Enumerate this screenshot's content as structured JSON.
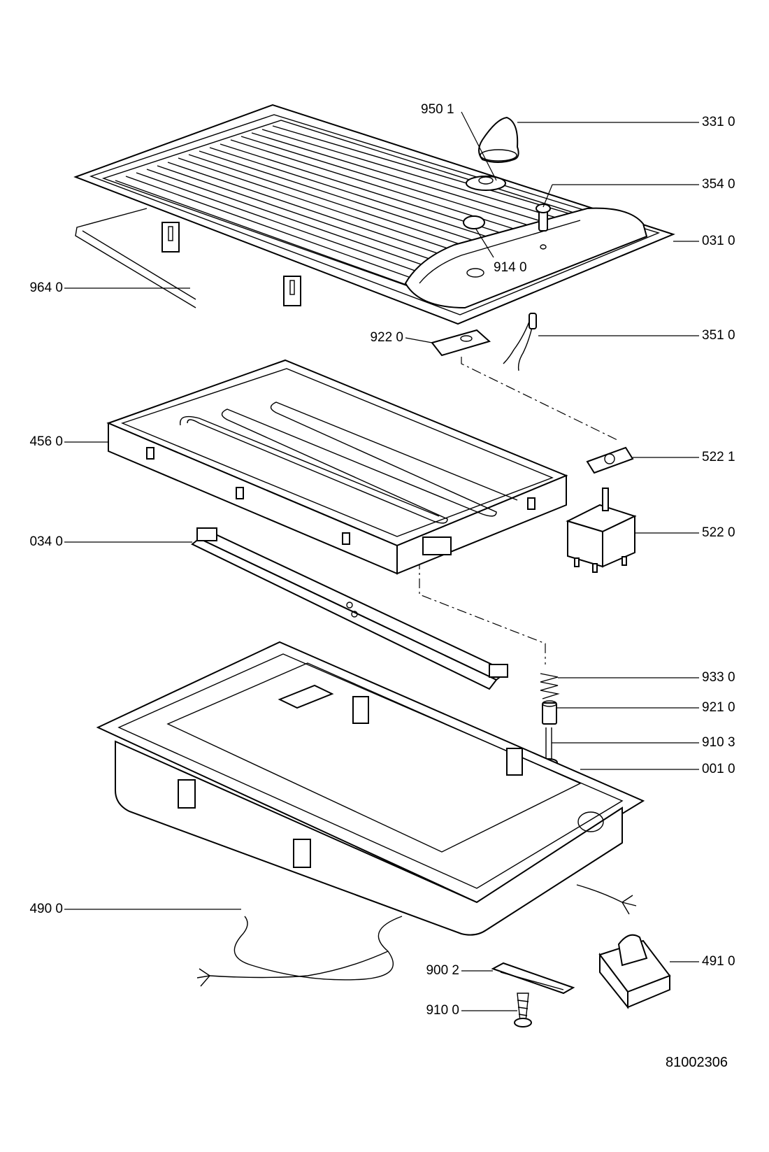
{
  "callouts": [
    {
      "id": "331-0",
      "text": "331 0"
    },
    {
      "id": "950-1",
      "text": "950 1"
    },
    {
      "id": "354-0",
      "text": "354 0"
    },
    {
      "id": "031-0",
      "text": "031 0"
    },
    {
      "id": "914-0",
      "text": "914 0"
    },
    {
      "id": "964-0",
      "text": "964 0"
    },
    {
      "id": "922-0",
      "text": "922 0"
    },
    {
      "id": "351-0",
      "text": "351 0"
    },
    {
      "id": "456-0",
      "text": "456 0"
    },
    {
      "id": "522-1",
      "text": "522 1"
    },
    {
      "id": "522-0",
      "text": "522 0"
    },
    {
      "id": "034-0",
      "text": "034 0"
    },
    {
      "id": "933-0",
      "text": "933 0"
    },
    {
      "id": "921-0",
      "text": "921 0"
    },
    {
      "id": "910-3",
      "text": "910 3"
    },
    {
      "id": "001-0",
      "text": "001 0"
    },
    {
      "id": "490-0",
      "text": "490 0"
    },
    {
      "id": "900-2",
      "text": "900 2"
    },
    {
      "id": "491-0",
      "text": "491 0"
    },
    {
      "id": "910-0",
      "text": "910 0"
    }
  ],
  "document_number": "81002306"
}
